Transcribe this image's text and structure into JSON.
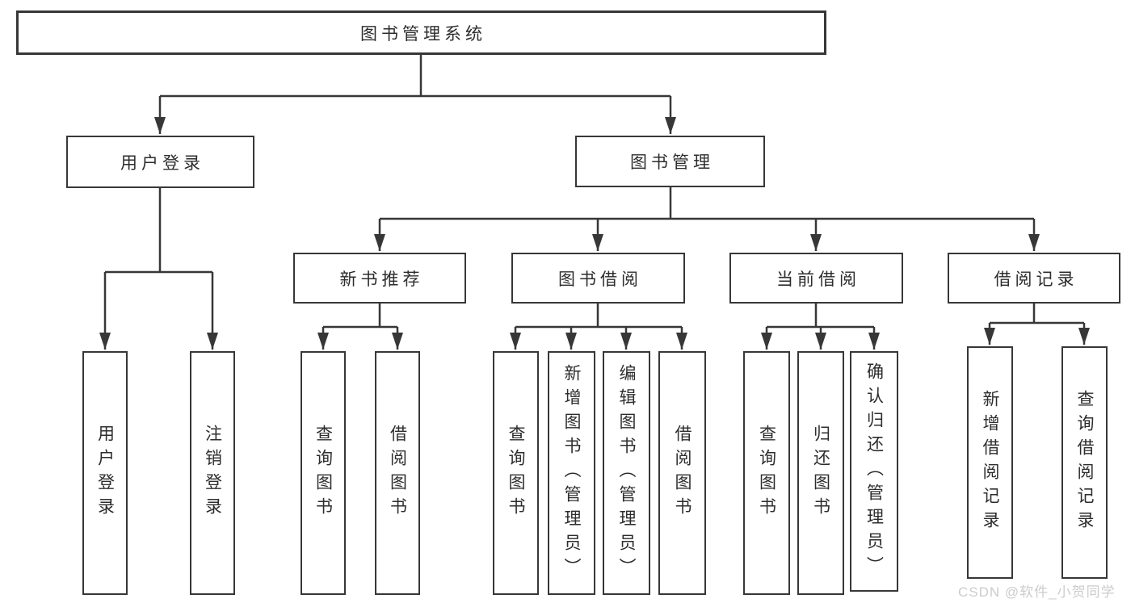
{
  "diagram": {
    "title": "图书管理系统",
    "user_login": {
      "label": "用户登录",
      "children": [
        "用户登录",
        "注销登录"
      ]
    },
    "book_mgmt": {
      "label": "图书管理",
      "sections": [
        {
          "label": "新书推荐",
          "children": [
            "查询图书",
            "借阅图书"
          ]
        },
        {
          "label": "图书借阅",
          "children": [
            "查询图书",
            "新增图书（管理员）",
            "编辑图书（管理员）",
            "借阅图书"
          ]
        },
        {
          "label": "当前借阅",
          "children": [
            "查询图书",
            "归还图书",
            "确认归还（管理员）"
          ]
        },
        {
          "label": "借阅记录",
          "children": [
            "新增借阅记录",
            "查询借阅记录"
          ]
        }
      ]
    }
  },
  "watermark": "CSDN @软件_小贺同学",
  "colors": {
    "line": "#373737",
    "box_border": "#373737",
    "box_background": "#ffffff",
    "text": "#2d2d2d",
    "watermark": "#c9c9c9",
    "page_background": "#ffffff"
  }
}
